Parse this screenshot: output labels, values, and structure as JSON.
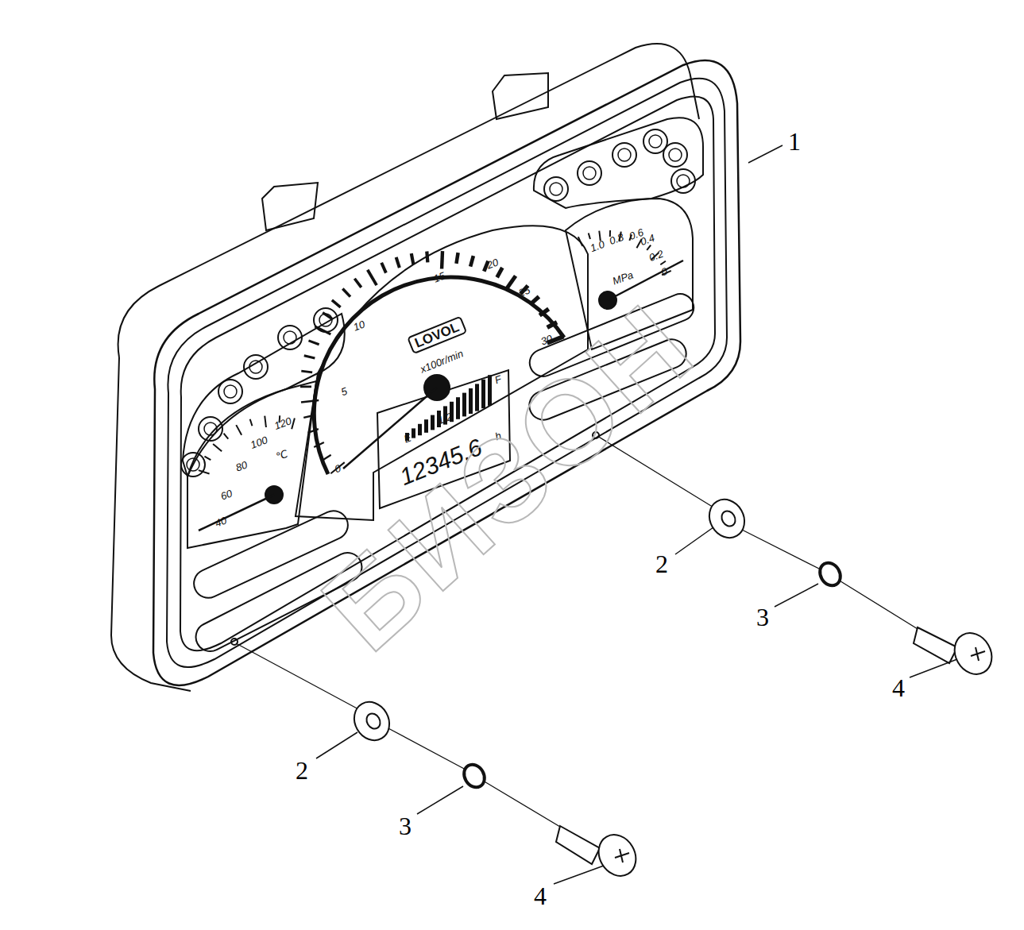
{
  "diagram": {
    "labels": [
      "1",
      "2",
      "3",
      "4",
      "2",
      "3",
      "4",
      "0",
      "5",
      "10",
      "15",
      "20",
      "25",
      "30",
      "LOVOL",
      "x100r/min",
      "1/2",
      "E",
      "F",
      "12345.6",
      "h",
      "1.0",
      "0.8",
      "0.6",
      "0.4",
      "0.2",
      "0",
      "MPa",
      "40",
      "60",
      "80",
      "100",
      "120",
      "℃",
      "БИЗОН"
    ]
  }
}
